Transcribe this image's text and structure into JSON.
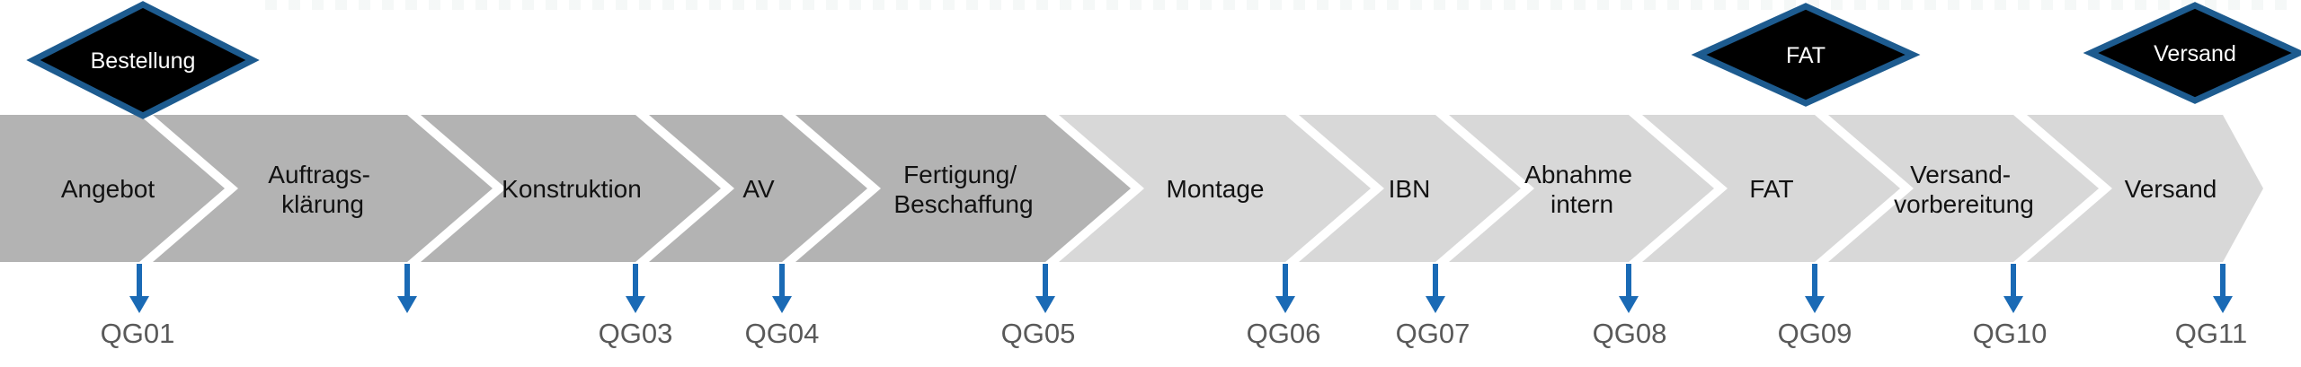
{
  "diagram": {
    "type": "process-flow-chevron-timeline",
    "colors": {
      "stage_dark_gray": "#b3b3b3",
      "stage_light_gray": "#d8d8d8",
      "gap_white": "#ffffff",
      "gate_arrow_blue": "#1a6ab5",
      "gate_label_gray": "#595959",
      "milestone_fill_black": "#000000",
      "milestone_border_blue": "#1d5b8f",
      "milestone_text_white": "#ffffff",
      "stage_text_black": "#121212"
    }
  },
  "milestones": [
    {
      "label": "Bestellung"
    },
    {
      "label": "FAT"
    },
    {
      "label": "Versand"
    }
  ],
  "stages": [
    {
      "lines": [
        "Angebot"
      ],
      "shade": "dark",
      "gate": "QG01"
    },
    {
      "lines": [
        "Auftrags-",
        "klärung"
      ],
      "shade": "dark",
      "gate": ""
    },
    {
      "lines": [
        "Konstruktion"
      ],
      "shade": "dark",
      "gate": "QG03"
    },
    {
      "lines": [
        "AV"
      ],
      "shade": "dark",
      "gate": "QG04"
    },
    {
      "lines": [
        "Fertigung/",
        "Beschaffung"
      ],
      "shade": "dark",
      "gate": "QG05"
    },
    {
      "lines": [
        "Montage"
      ],
      "shade": "light",
      "gate": "QG06"
    },
    {
      "lines": [
        "IBN"
      ],
      "shade": "light",
      "gate": "QG07"
    },
    {
      "lines": [
        "Abnahme",
        "intern"
      ],
      "shade": "light",
      "gate": "QG08"
    },
    {
      "lines": [
        "FAT"
      ],
      "shade": "light",
      "gate": "QG09"
    },
    {
      "lines": [
        "Versand-",
        "vorbereitung"
      ],
      "shade": "light",
      "gate": "QG10"
    },
    {
      "lines": [
        "Versand"
      ],
      "shade": "light",
      "gate": "QG11"
    }
  ]
}
